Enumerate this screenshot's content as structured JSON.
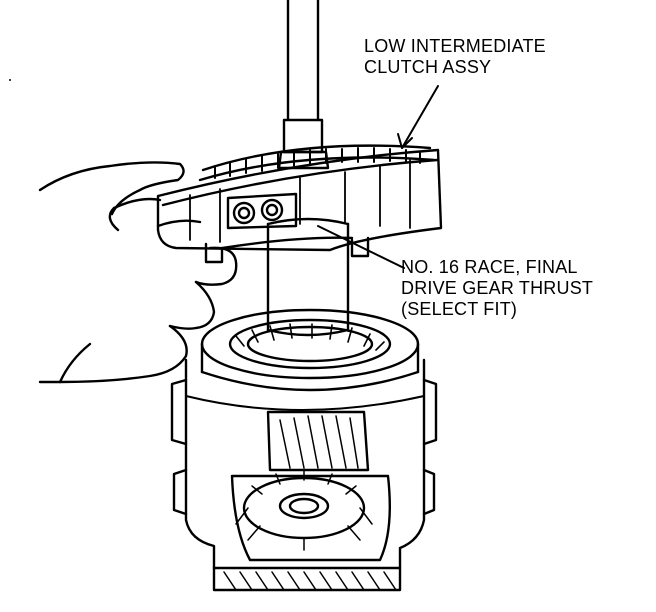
{
  "callouts": {
    "clutch": {
      "line1": "LOW INTERMEDIATE",
      "line2": "CLUTCH ASSY"
    },
    "race": {
      "line1": "NO. 16 RACE, FINAL",
      "line2": "DRIVE GEAR THRUST",
      "line3": "(SELECT FIT)"
    }
  },
  "colors": {
    "ink": "#000000",
    "paper": "#ffffff"
  }
}
